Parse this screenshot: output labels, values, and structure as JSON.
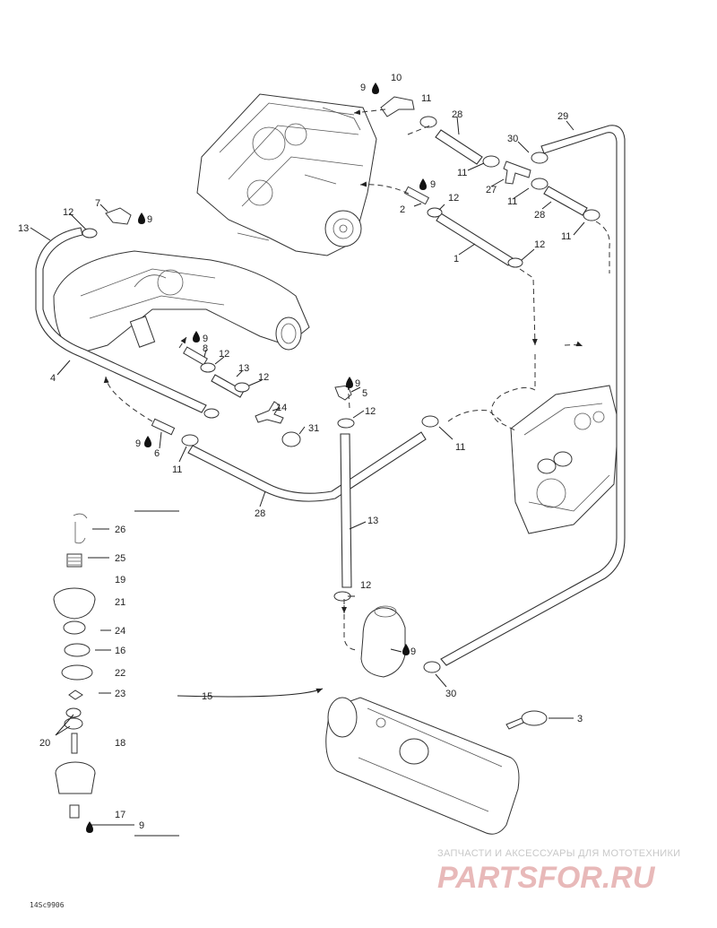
{
  "diagram": {
    "labels": [
      {
        "id": "l-9a",
        "text": "9"
      },
      {
        "id": "l-10",
        "text": "10"
      },
      {
        "id": "l-11a",
        "text": "11"
      },
      {
        "id": "l-28a",
        "text": "28"
      },
      {
        "id": "l-29",
        "text": "29"
      },
      {
        "id": "l-30a",
        "text": "30"
      },
      {
        "id": "l-11b",
        "text": "11"
      },
      {
        "id": "l-27",
        "text": "27"
      },
      {
        "id": "l-11c",
        "text": "11"
      },
      {
        "id": "l-28b",
        "text": "28"
      },
      {
        "id": "l-11d",
        "text": "11"
      },
      {
        "id": "l-9b",
        "text": "9"
      },
      {
        "id": "l-2",
        "text": "2"
      },
      {
        "id": "l-12a",
        "text": "12"
      },
      {
        "id": "l-1",
        "text": "1"
      },
      {
        "id": "l-12b",
        "text": "12"
      },
      {
        "id": "l-7",
        "text": "7"
      },
      {
        "id": "l-9c",
        "text": "9"
      },
      {
        "id": "l-12c",
        "text": "12"
      },
      {
        "id": "l-13a",
        "text": "13"
      },
      {
        "id": "l-9d",
        "text": "9"
      },
      {
        "id": "l-8",
        "text": "8"
      },
      {
        "id": "l-12d",
        "text": "12"
      },
      {
        "id": "l-13b",
        "text": "13"
      },
      {
        "id": "l-12e",
        "text": "12"
      },
      {
        "id": "l-4",
        "text": "4"
      },
      {
        "id": "l-9e",
        "text": "9"
      },
      {
        "id": "l-5",
        "text": "5"
      },
      {
        "id": "l-12f",
        "text": "12"
      },
      {
        "id": "l-14",
        "text": "14"
      },
      {
        "id": "l-31",
        "text": "31"
      },
      {
        "id": "l-9f",
        "text": "9"
      },
      {
        "id": "l-6",
        "text": "6"
      },
      {
        "id": "l-11e",
        "text": "11"
      },
      {
        "id": "l-11f",
        "text": "11"
      },
      {
        "id": "l-28c",
        "text": "28"
      },
      {
        "id": "l-13c",
        "text": "13"
      },
      {
        "id": "l-26",
        "text": "26"
      },
      {
        "id": "l-25",
        "text": "25"
      },
      {
        "id": "l-19",
        "text": "19"
      },
      {
        "id": "l-21",
        "text": "21"
      },
      {
        "id": "l-24",
        "text": "24"
      },
      {
        "id": "l-16",
        "text": "16"
      },
      {
        "id": "l-22",
        "text": "22"
      },
      {
        "id": "l-23",
        "text": "23"
      },
      {
        "id": "l-20",
        "text": "20"
      },
      {
        "id": "l-18",
        "text": "18"
      },
      {
        "id": "l-17",
        "text": "17"
      },
      {
        "id": "l-9g",
        "text": "9"
      },
      {
        "id": "l-12g",
        "text": "12"
      },
      {
        "id": "l-9h",
        "text": "9"
      },
      {
        "id": "l-15",
        "text": "15"
      },
      {
        "id": "l-30b",
        "text": "30"
      },
      {
        "id": "l-3",
        "text": "3"
      }
    ],
    "drawing_ref": "14Sc9906",
    "icons": [
      "sealant-drop-icon",
      "arrow-icon"
    ]
  },
  "watermark": {
    "subtitle": "ЗАПЧАСТИ И АКСЕССУАРЫ ДЛЯ МОТОТЕХНИКИ",
    "brand": "PARTSFOR.RU",
    "colors": {
      "brand": "#e8b9b9",
      "subtitle": "#c8c8c8"
    }
  }
}
